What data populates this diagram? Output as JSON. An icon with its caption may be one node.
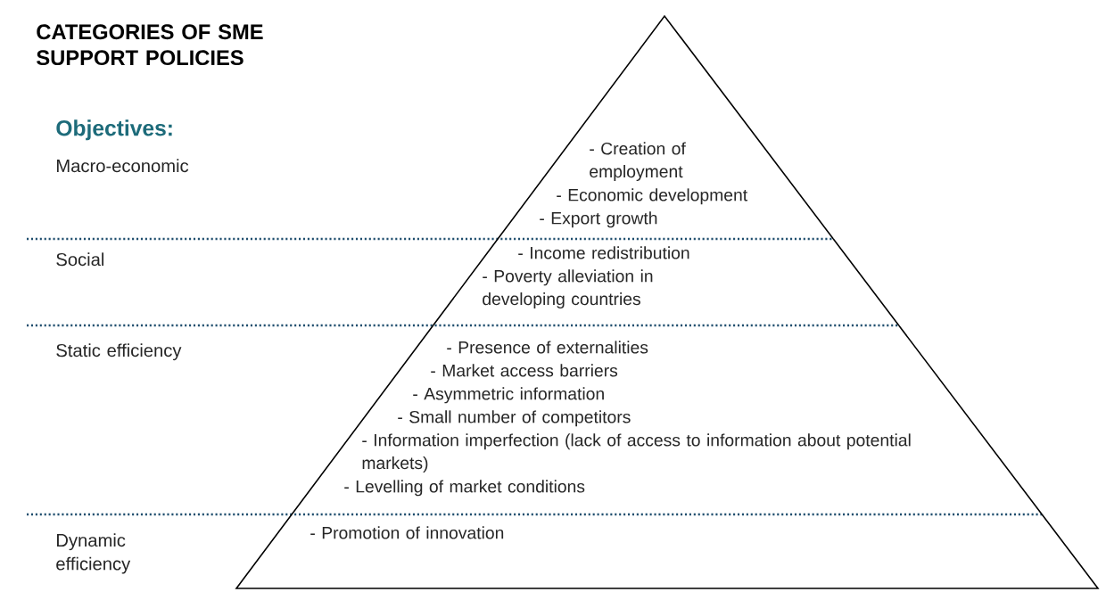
{
  "diagram": {
    "title": "CATEGORIES OF SME SUPPORT POLICIES",
    "nodes": [
      {
        "text": [
          "- Creation of employment",
          "- Economic development",
          "- Export growth"
        ]
      },
      {
        "text": [
          "- Income redistribution",
          "- Poverty alleviation in developing countries"
        ]
      },
      {
        "text": [
          "- Presence of externalities",
          "- Market access barriers",
          "- Asymmetric information",
          "- Small number of competitors",
          "- Information imperfection (lack of access to information about potential markets)",
          "- Levelling of market conditions"
        ]
      },
      {
        "text": [
          "- Promotion of innovation"
        ]
      }
    ],
    "labels": [
      "Objectives:",
      "Macro-economic",
      "Social",
      "Static efficiency",
      "Dynamic efficiency"
    ]
  }
}
